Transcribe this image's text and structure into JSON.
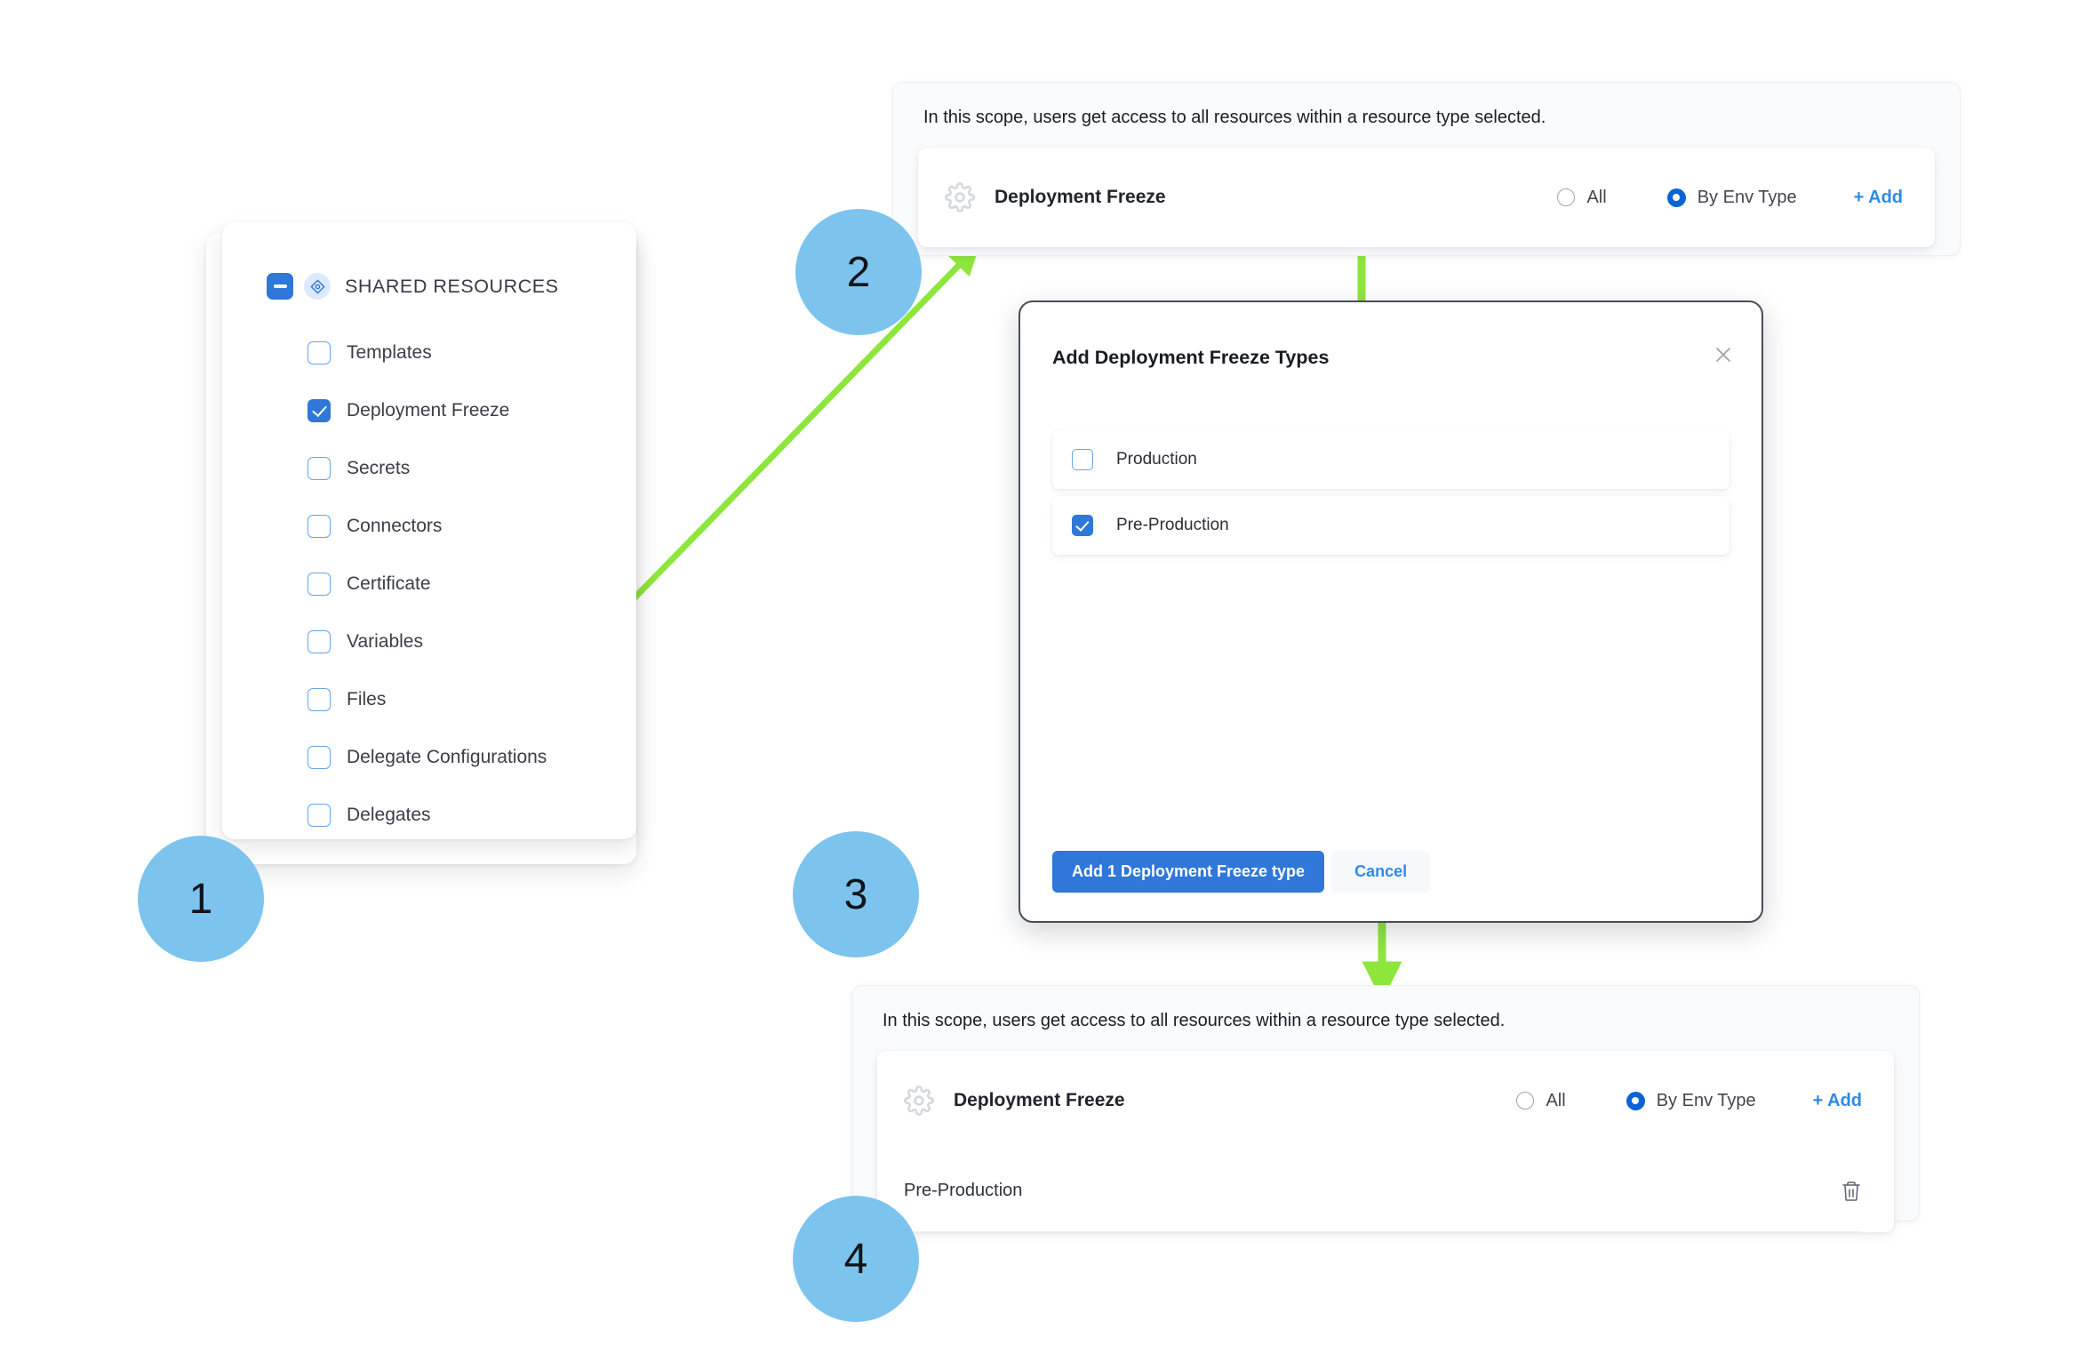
{
  "steps": [
    {
      "number": "1"
    },
    {
      "number": "2"
    },
    {
      "number": "3"
    },
    {
      "number": "4"
    }
  ],
  "shared_resources": {
    "header_label": "SHARED RESOURCES",
    "header_checkbox_state": "indeterminate",
    "items": [
      {
        "label": "Templates",
        "checked": false
      },
      {
        "label": "Deployment Freeze",
        "checked": true
      },
      {
        "label": "Secrets",
        "checked": false
      },
      {
        "label": "Connectors",
        "checked": false
      },
      {
        "label": "Certificate",
        "checked": false
      },
      {
        "label": "Variables",
        "checked": false
      },
      {
        "label": "Files",
        "checked": false
      },
      {
        "label": "Delegate Configurations",
        "checked": false
      },
      {
        "label": "Delegates",
        "checked": false
      }
    ]
  },
  "scope_panel_top": {
    "note": "In this scope, users get access to all resources within a resource type selected.",
    "resource_name": "Deployment Freeze",
    "radio_all_label": "All",
    "radio_env_label": "By Env Type",
    "selected_radio": "By Env Type",
    "add_label": "+ Add"
  },
  "modal": {
    "title": "Add Deployment Freeze Types",
    "close_icon": "close-icon",
    "options": [
      {
        "label": "Production",
        "checked": false
      },
      {
        "label": "Pre-Production",
        "checked": true
      }
    ],
    "primary_button": "Add 1 Deployment Freeze type",
    "secondary_button": "Cancel"
  },
  "scope_panel_bottom": {
    "note": "In this scope, users get access to all resources within a resource type selected.",
    "resource_name": "Deployment Freeze",
    "radio_all_label": "All",
    "radio_env_label": "By Env Type",
    "selected_radio": "By Env Type",
    "add_label": "+ Add",
    "selected_entries": [
      {
        "label": "Pre-Production"
      }
    ]
  },
  "colors": {
    "accent_blue": "#2f77d8",
    "link_blue": "#2f8ae8",
    "radio_blue": "#0b64d4",
    "badge_blue": "#7cc4ee",
    "arrow_green": "#8ee63c",
    "panel_bg": "#fafbfd"
  }
}
